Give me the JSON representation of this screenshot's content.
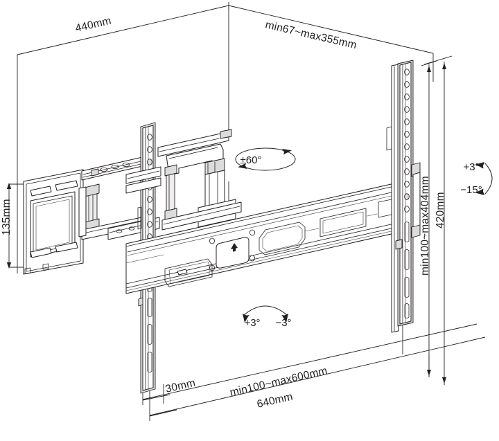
{
  "drawing": {
    "title": "TV wall mount bracket dimensioned technical drawing",
    "type": "line-art-dimension-drawing",
    "line_color": "#231f20",
    "background_color": "#ffffff"
  },
  "dimensions": {
    "top_left_depth": "440mm",
    "top_right_extension": "min67~max355mm",
    "left_plate_height": "135mm",
    "right_vesa_height": "min100~max404mm",
    "right_overall_height": "420mm",
    "bottom_offset": "30mm",
    "bottom_vesa_width": "min100~max600mm",
    "bottom_overall_width": "640mm"
  },
  "angles": {
    "swivel": "±60°",
    "rotate_positive": "+3°",
    "rotate_negative": "−3°",
    "tilt_positive": "+3°",
    "tilt_negative": "−15°"
  },
  "markings": {
    "up_arrow": "▲"
  }
}
